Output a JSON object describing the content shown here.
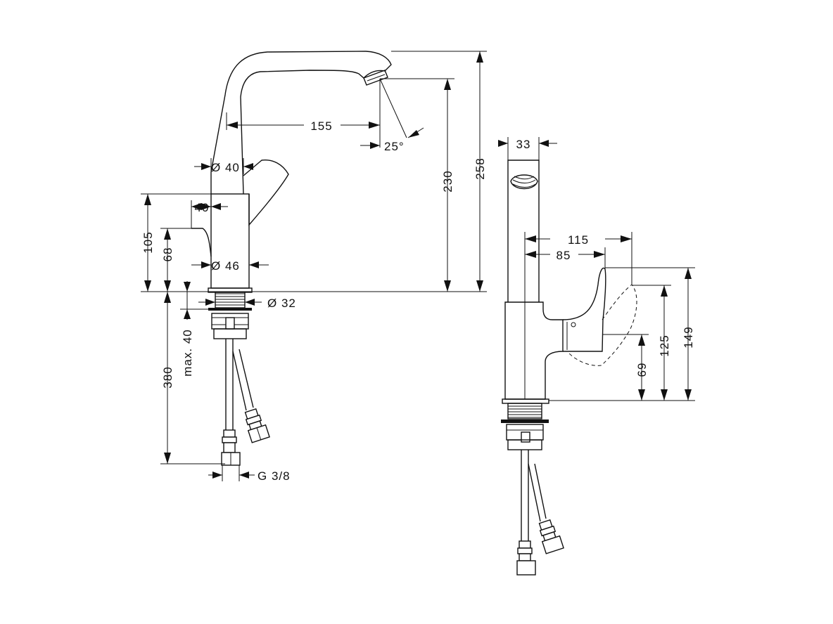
{
  "drawing": {
    "front_view": {
      "spout_projection": "155",
      "spray_angle": "25°",
      "spout_outlet_height": "230",
      "total_height": "258",
      "spout_tube_diameter": "Ø 40",
      "lever_reach": "40",
      "body_height": "105",
      "lever_height": "68",
      "body_diameter": "Ø 46",
      "thread_diameter": "Ø 32",
      "max_deck_thickness": "max. 40",
      "hose_length": "380",
      "connection_thread": "G 3/8"
    },
    "side_view": {
      "spout_width": "33",
      "lever_swing_reach": "115",
      "lever_reach": "85",
      "lever_pivot_height": "69",
      "lever_mid_height": "125",
      "lever_top_height": "149"
    }
  }
}
